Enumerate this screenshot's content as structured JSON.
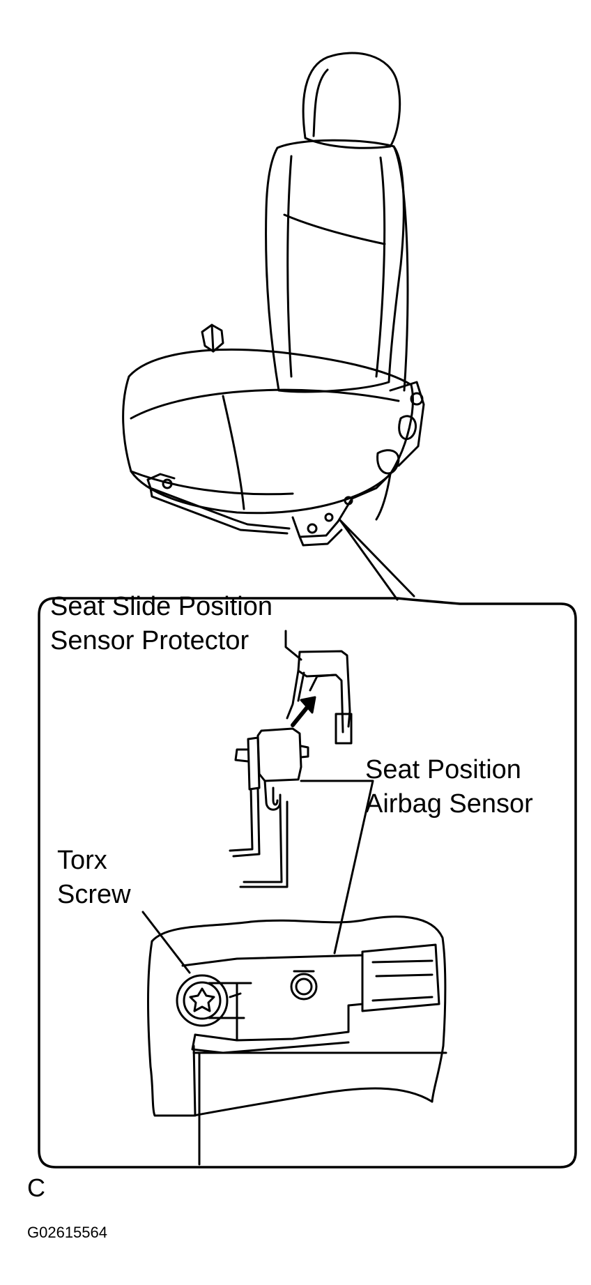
{
  "labels": {
    "protector": [
      "Seat Slide Position",
      "Sensor Protector"
    ],
    "airbag_sensor": [
      "Seat Position",
      "Airbag Sensor"
    ],
    "torx_screw": [
      "Torx",
      "Screw"
    ]
  },
  "figure": {
    "letter": "C",
    "code": "G02615564"
  },
  "colors": {
    "line": "#000000",
    "background": "#ffffff"
  }
}
